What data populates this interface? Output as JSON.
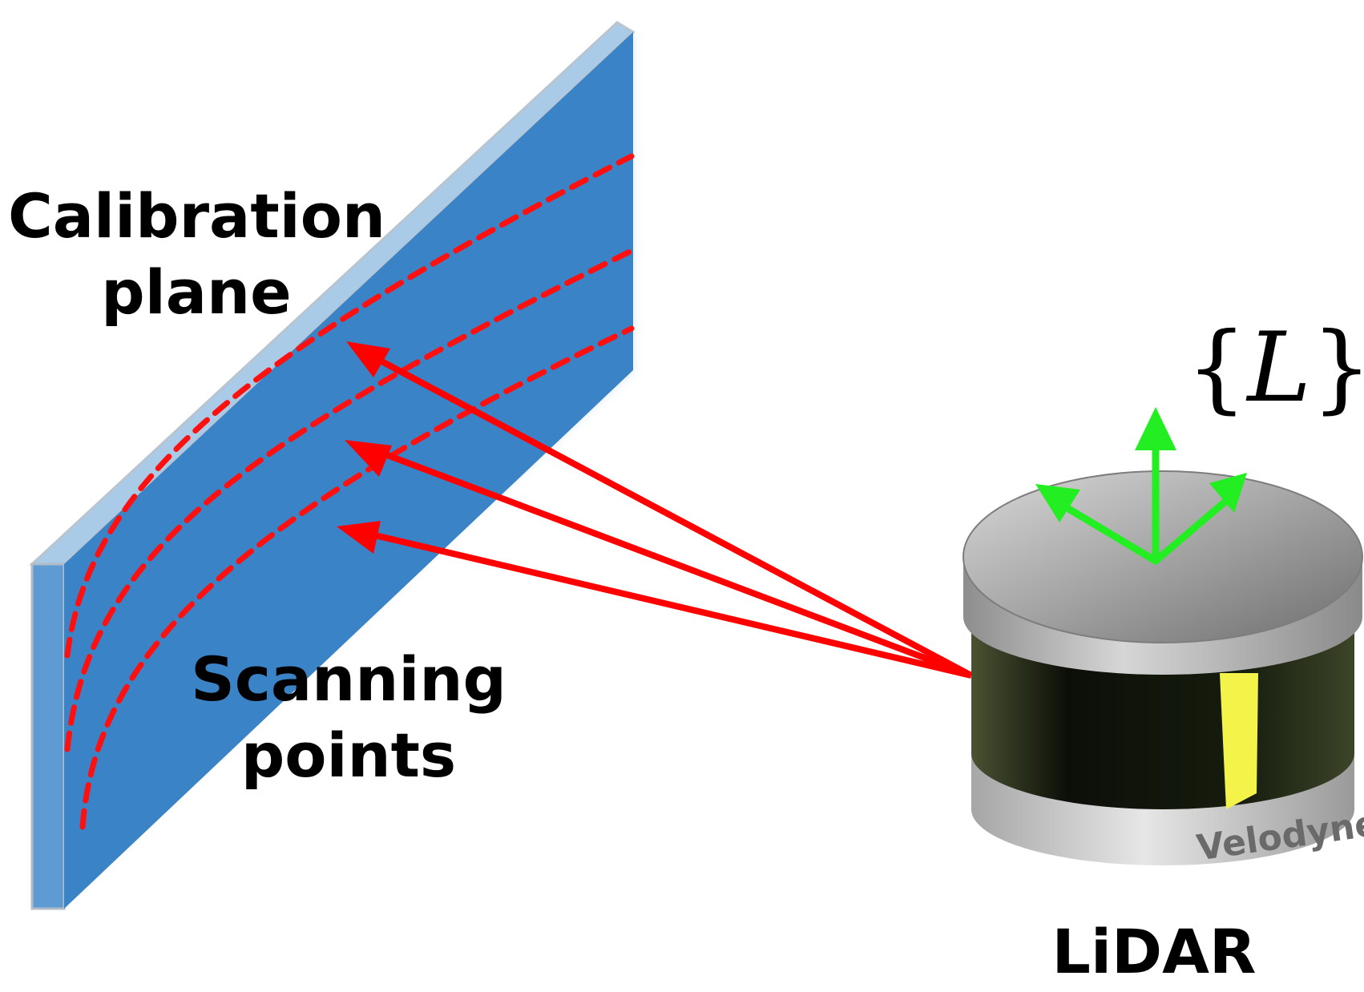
{
  "labels": {
    "calibration_plane_line1": "Calibration",
    "calibration_plane_line2": "plane",
    "scanning_points_line1": "Scanning",
    "scanning_points_line2": "points",
    "lidar": "LiDAR",
    "frame_open": "{",
    "frame_symbol": "L",
    "frame_close": "}",
    "brand": "Velodyne"
  },
  "colors": {
    "plane_face": "#3a83c6",
    "plane_edge": "#a9cbe8",
    "plane_side": "#5f9bd3",
    "scan_lines": "#ff1010",
    "rays": "#ff0000",
    "axes": "#22ee22",
    "lidar_body": "#9a9a9a",
    "lidar_window": "#1d2414",
    "lidar_stripe": "#f3f34a"
  },
  "icons": {
    "axes": "coordinate-axes-icon",
    "lidar": "velodyne-lidar-icon"
  }
}
